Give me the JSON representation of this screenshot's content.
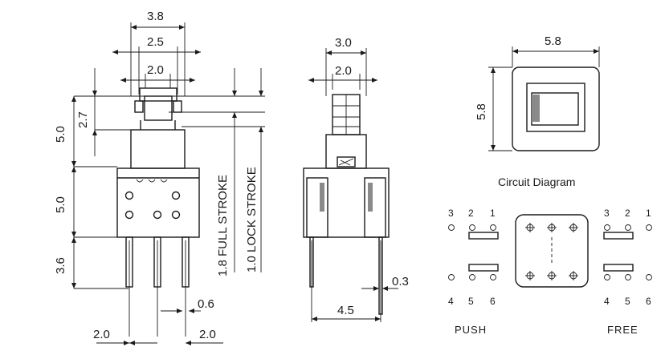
{
  "front_view": {
    "dim_width_total": "3.8",
    "dim_width_mid": "2.5",
    "dim_width_stem": "2.0",
    "dim_plunger_height": "5.0",
    "dim_stem_height": "2.7",
    "dim_body_height": "5.0",
    "dim_pin_length": "3.6",
    "dim_pin_width": "0.6",
    "dim_pin_pitch_left": "2.0",
    "dim_pin_pitch_right": "2.0",
    "full_stroke": "1.8 FULL STROKE",
    "lock_stroke": "1.0 LOCK STROKE"
  },
  "side_view": {
    "dim_top_width": "3.0",
    "dim_stem_width": "2.0",
    "dim_pin_thickness": "0.3",
    "dim_pin_span": "4.5"
  },
  "top_view": {
    "dim_width": "5.8",
    "dim_height": "5.8"
  },
  "circuit": {
    "title": "Circuit Diagram",
    "push": {
      "label": "PUSH",
      "top_pins": [
        "3",
        "2",
        "1"
      ],
      "bottom_pins": [
        "4",
        "5",
        "6"
      ]
    },
    "free": {
      "label": "FREE",
      "top_pins": [
        "3",
        "2",
        "1"
      ],
      "bottom_pins": [
        "4",
        "5",
        "6"
      ]
    }
  }
}
